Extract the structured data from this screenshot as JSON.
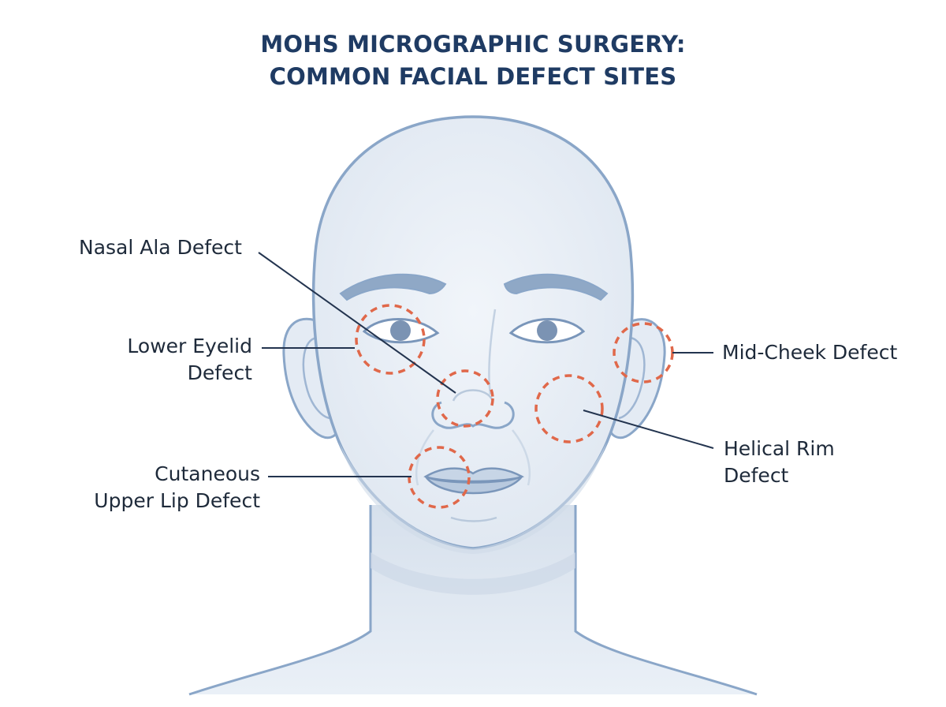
{
  "title": {
    "line1": "MOHS MICROGRAPHIC SURGERY:",
    "line2": "COMMON FACIAL DEFECT SITES"
  },
  "labels": {
    "nasal_ala": "Nasal Ala Defect",
    "lower_eyelid_line1": "Lower Eyelid",
    "lower_eyelid_line2": "Defect",
    "cutaneous_lip_line1": "Cutaneous",
    "cutaneous_lip_line2": "Upper Lip Defect",
    "mid_cheek": "Mid-Cheek Defect",
    "helical_rim_line1": "Helical Rim",
    "helical_rim_line2": "Defect"
  },
  "colors": {
    "title": "#1f3b63",
    "label_text": "#1e2a3a",
    "leader_line": "#23344f",
    "face_outline": "#8aa6c8",
    "face_fill": "#e8eef6",
    "defect_marker": "#e0684a"
  }
}
